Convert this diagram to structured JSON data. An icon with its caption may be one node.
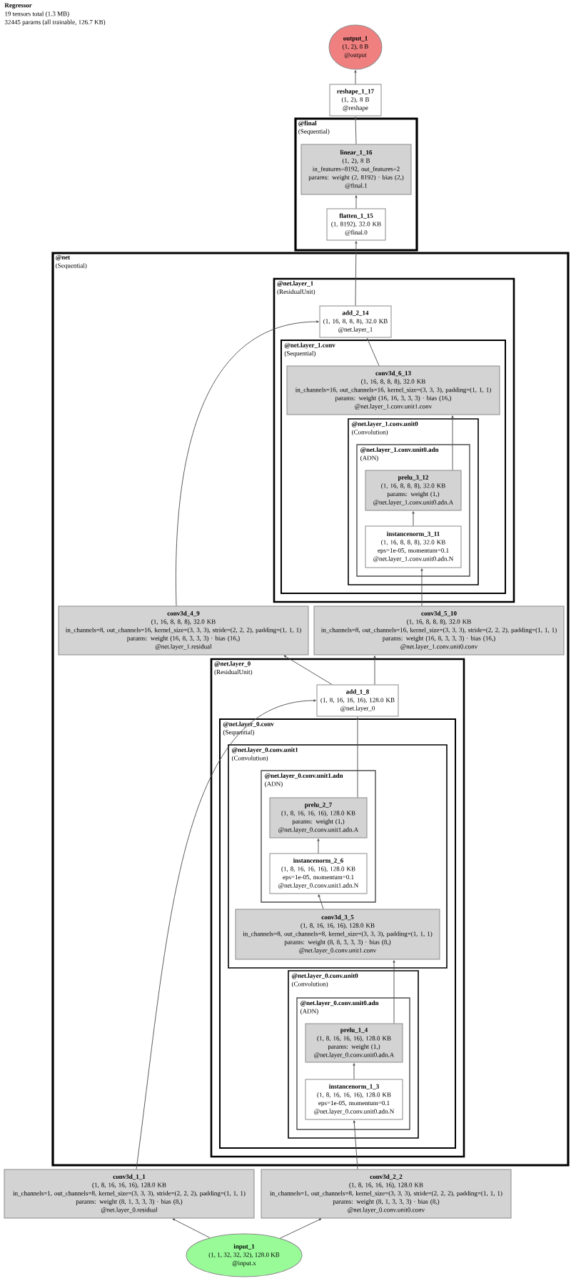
{
  "diagram": {
    "title": "Regressor",
    "labels": [
      "19 tensors total (1.3 MB)",
      "32445 params (all trainable, 126.7 KB)"
    ],
    "nodes": [
      {
        "text": [
          "output_1",
          "(1, 2), 8 B",
          "@output"
        ]
      },
      {
        "text": [
          "reshape_1_17",
          "(1, 2), 8 B",
          "@reshape"
        ]
      },
      {
        "text": [
          "@final",
          "(Sequential)"
        ]
      },
      {
        "text": [
          "linear_1_16",
          "(1, 2), 8 B",
          "in_features=8192, out_features=2",
          "params: weight (2, 8192) · bias (2,)",
          "@final.1"
        ],
        "in": 2
      },
      {
        "text": [
          "flatten_1_15",
          "(1, 8192), 32.0 KB",
          "@final.0"
        ],
        "in": 2
      },
      {
        "text": [
          "@net",
          "(Sequential)"
        ]
      },
      {
        "text": [
          "@net.layer_1",
          "(ResidualUnit)"
        ],
        "in": 5
      },
      {
        "text": [
          "add_2_14",
          "(1, 16, 8, 8, 8), 32.0 KB",
          "@net.layer_1"
        ],
        "in": 6
      },
      {
        "text": [
          "@net.layer_1.conv",
          "(Sequential)"
        ],
        "in": 6
      },
      {
        "text": [
          "conv3d_6_13",
          "(1, 16, 8, 8, 8), 32.0 KB",
          "in_channels=16, out_channels=16, kernel_size=(3, 3, 3), padding=(1, 1, 1)",
          "params: weight (16, 16, 3, 3, 3) · bias (16,)",
          "@net.layer_1.conv.unit1.conv"
        ],
        "in": 8
      },
      {
        "text": [
          "@net.layer_1.conv.unit0",
          "(Convolution)"
        ],
        "in": 8
      },
      {
        "text": [
          "@net.layer_1.conv.unit0.adn",
          "(ADN)"
        ],
        "in": 10
      },
      {
        "text": [
          "prelu_3_12",
          "(1, 16, 8, 8, 8), 32.0 KB",
          "params: weight (1,)",
          "@net.layer_1.conv.unit0.adn.A"
        ],
        "in": 11
      },
      {
        "text": [
          "instancenorm_3_11",
          "(1, 16, 8, 8, 8), 32.0 KB",
          "eps=1e-05, momentum=0.1",
          "@net.layer_1.conv.unit0.adn.N"
        ],
        "in": 11
      },
      {
        "text": [
          "conv3d_4_9",
          "(1, 16, 8, 8, 8), 32.0 KB",
          "in_channels=8, out_channels=16, kernel_size=(3, 3, 3), stride=(2, 2, 2), padding=(1, 1, 1)",
          "params: weight (16, 8, 3, 3, 3) · bias (16,)",
          "@net.layer_1.residual"
        ],
        "in": 5
      },
      {
        "text": [
          "conv3d_5_10",
          "(1, 16, 8, 8, 8), 32.0 KB",
          "in_channels=8, out_channels=16, kernel_size=(3, 3, 3), stride=(2, 2, 2), padding=(1, 1, 1)",
          "params: weight (16, 8, 3, 3, 3) · bias (16,)",
          "@net.layer_1.conv.unit0.conv"
        ],
        "in": 5
      },
      {
        "text": [
          "@net.layer_0",
          "(ResidualUnit)"
        ],
        "in": 5
      },
      {
        "text": [
          "add_1_8",
          "(1, 8, 16, 16, 16), 128.0 KB",
          "@net.layer_0"
        ],
        "in": 16
      },
      {
        "text": [
          "@net.layer_0.conv",
          "(Sequential)"
        ],
        "in": 16
      },
      {
        "text": [
          "@net.layer_0.conv.unit1",
          "(Convolution)"
        ],
        "in": 18
      },
      {
        "text": [
          "@net.layer_0.conv.unit1.adn",
          "(ADN)"
        ],
        "in": 19
      },
      {
        "text": [
          "prelu_2_7",
          "(1, 8, 16, 16, 16), 128.0 KB",
          "params: weight (1,)",
          "@net.layer_0.conv.unit1.adn.A"
        ],
        "in": 20
      },
      {
        "text": [
          "instancenorm_2_6",
          "(1, 8, 16, 16, 16), 128.0 KB",
          "eps=1e-05, momentum=0.1",
          "@net.layer_0.conv.unit1.adn.N"
        ],
        "in": 20
      },
      {
        "text": [
          "conv3d_3_5",
          "(1, 8, 16, 16, 16), 128.0 KB",
          "in_channels=8, out_channels=8, kernel_size=(3, 3, 3), padding=(1, 1, 1)",
          "params: weight (8, 8, 3, 3, 3) · bias (8,)",
          "@net.layer_0.conv.unit1.conv"
        ],
        "in": 19
      },
      {
        "text": [
          "@net.layer_0.conv.unit0",
          "(Convolution)"
        ],
        "in": 18
      },
      {
        "text": [
          "@net.layer_0.conv.unit0.adn",
          "(ADN)"
        ],
        "in": 24
      },
      {
        "text": [
          "prelu_1_4",
          "(1, 8, 16, 16, 16), 128.0 KB",
          "params: weight (1,)",
          "@net.layer_0.conv.unit0.adn.A"
        ],
        "in": 25
      },
      {
        "text": [
          "instancenorm_1_3",
          "(1, 8, 16, 16, 16), 128.0 KB",
          "eps=1e-05, momentum=0.1",
          "@net.layer_0.conv.unit0.adn.N"
        ],
        "in": 25
      },
      {
        "text": [
          "conv3d_1_1",
          "(1, 8, 16, 16, 16), 128.0 KB",
          "in_channels=1, out_channels=8, kernel_size=(3, 3, 3), stride=(2, 2, 2), padding=(1, 1, 1)",
          "params: weight (8, 1, 3, 3, 3) · bias (8,)",
          "@net.layer_0.residual"
        ]
      },
      {
        "text": [
          "conv3d_2_2",
          "(1, 8, 16, 16, 16), 128.0 KB",
          "in_channels=1, out_channels=8, kernel_size=(3, 3, 3), stride=(2, 2, 2), padding=(1, 1, 1)",
          "params: weight (8, 1, 3, 3, 3) · bias (8,)",
          "@net.layer_0.conv.unit0.conv"
        ]
      },
      {
        "text": [
          "input_1",
          "(1, 1, 32, 32, 32), 128.0 KB",
          "@input.x"
        ]
      }
    ],
    "edges": [
      {
        "from": 30,
        "to": 28,
        "arrow": "to"
      },
      {
        "from": 30,
        "to": 29,
        "arrow": "to"
      },
      {
        "from": 28,
        "to": 17,
        "arrow": "to"
      },
      {
        "from": 29,
        "to": 27,
        "arrow": "to"
      },
      {
        "from": 27,
        "to": 26,
        "arrow": "to"
      },
      {
        "from": 26,
        "to": 23,
        "arrow": "to"
      },
      {
        "from": 23,
        "to": 22,
        "arrow": "to"
      },
      {
        "from": 22,
        "to": 21,
        "arrow": "to"
      },
      {
        "from": 21,
        "to": 17,
        "arrow": "to"
      },
      {
        "from": 17,
        "to": 14,
        "arrow": "to"
      },
      {
        "from": 17,
        "to": 15,
        "arrow": "to"
      },
      {
        "from": 15,
        "to": 13,
        "arrow": "to"
      },
      {
        "from": 13,
        "to": 12,
        "arrow": "to"
      },
      {
        "from": 12,
        "to": 9,
        "arrow": "to"
      },
      {
        "from": 9,
        "to": 7,
        "arrow": "to"
      },
      {
        "from": 14,
        "to": 7,
        "arrow": "to"
      },
      {
        "from": 7,
        "to": 4,
        "arrow": "to"
      },
      {
        "from": 4,
        "to": 3,
        "arrow": "to"
      },
      {
        "from": 3,
        "to": 1,
        "arrow": "to"
      },
      {
        "from": 1,
        "to": 0,
        "arrow": "to"
      }
    ]
  }
}
